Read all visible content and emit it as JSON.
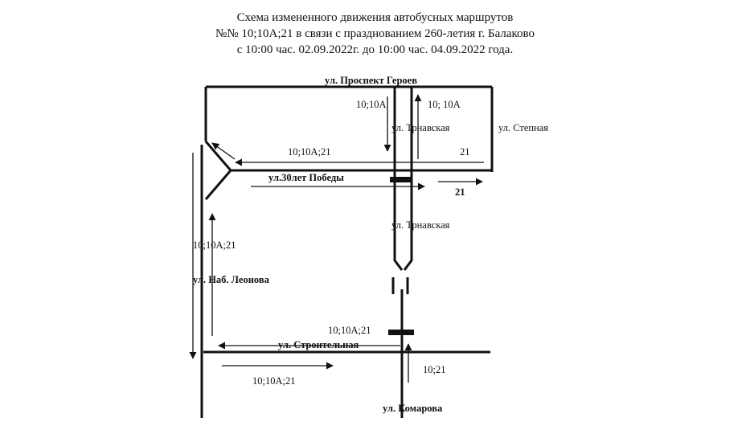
{
  "header": {
    "line1": "Схема измененного движения автобусных маршрутов",
    "line2": "№№ 10;10А;21 в связи с празднованием 260-летия г. Балаково",
    "line3": "с 10:00 час. 02.09.2022г. до 10:00 час. 04.09.2022 года."
  },
  "streets": {
    "prospekt_geroev": "ул. Проспект Героев",
    "trnavskaya_top": "ул. Трнавская",
    "trnavskaya_mid": "ул. Трнавская",
    "stepnaya": "ул. Степная",
    "pobedy": "ул.30лет Победы",
    "leonova": "ул. Наб. Леонова",
    "stroitelnaya": "ул. Строительная",
    "komarova": "ул. Комарова"
  },
  "routes": {
    "top_down": "10;10А",
    "top_up": "10; 10А",
    "pobedy_west": "10;10А;21",
    "pobedy_right_in": "21",
    "pobedy_right_out": "21",
    "leonova_side": "10;10А;21",
    "stroitelnaya_west": "10;10А;21",
    "stroitelnaya_east": "10;10А;21",
    "komarova_up": "10;21"
  }
}
